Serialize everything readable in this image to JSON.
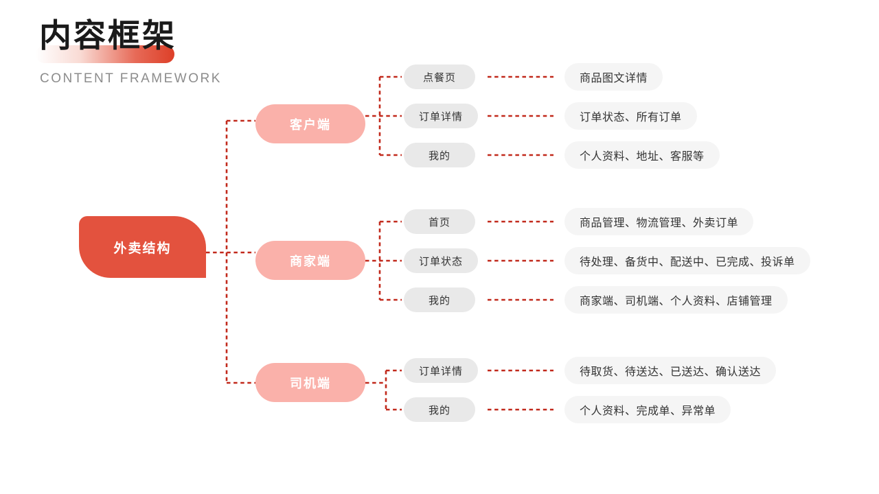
{
  "header": {
    "title": "内容框架",
    "subtitle": "CONTENT FRAMEWORK"
  },
  "colors": {
    "title_accent": "#DD3F28",
    "root_node": "#E3523E",
    "branch_node": "#FAB1AA",
    "child_pill": "#E9E9E9",
    "desc_pill": "#F5F5F5",
    "connector_dash": "#C1291B",
    "title_text": "#1A1A1A",
    "subtitle_text": "#8C8C8C",
    "pill_text": "#333333"
  },
  "tree": {
    "root": {
      "label": "外卖结构"
    },
    "branches": [
      {
        "label": "客户端",
        "children": [
          {
            "label": "点餐页",
            "desc": "商品图文详情"
          },
          {
            "label": "订单详情",
            "desc": "订单状态、所有订单"
          },
          {
            "label": "我的",
            "desc": "个人资料、地址、客服等"
          }
        ]
      },
      {
        "label": "商家端",
        "children": [
          {
            "label": "首页",
            "desc": "商品管理、物流管理、外卖订单"
          },
          {
            "label": "订单状态",
            "desc": "待处理、备货中、配送中、已完成、投诉单"
          },
          {
            "label": "我的",
            "desc": "商家端、司机端、个人资料、店铺管理"
          }
        ]
      },
      {
        "label": "司机端",
        "children": [
          {
            "label": "订单详情",
            "desc": "待取货、待送达、已送达、确认送达"
          },
          {
            "label": "我的",
            "desc": "个人资料、完成单、异常单"
          }
        ]
      }
    ]
  }
}
